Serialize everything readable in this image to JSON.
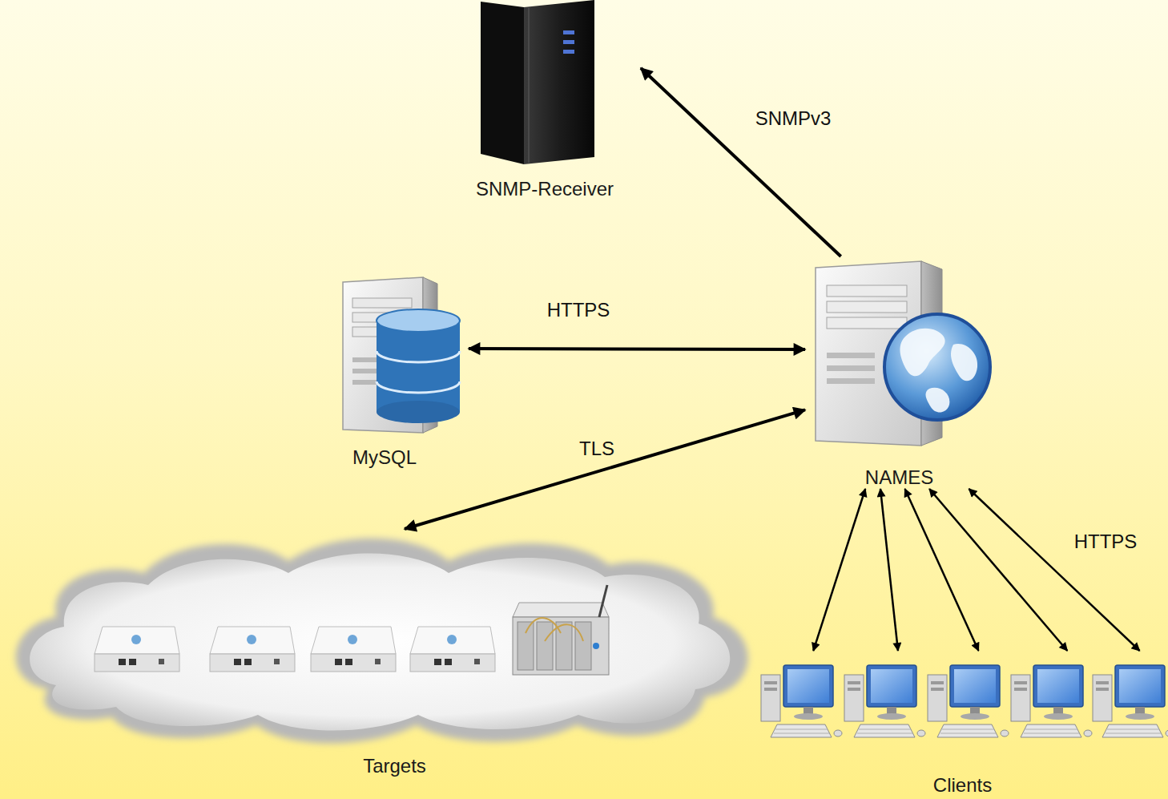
{
  "diagram": {
    "nodes": [
      {
        "text": [
          "SNMP-Receiver"
        ]
      },
      {
        "text": [
          "MySQL"
        ]
      },
      {
        "text": [
          "NAMES"
        ]
      },
      {
        "text": [
          "Targets"
        ]
      },
      {
        "text": [
          "Clients"
        ]
      }
    ],
    "edges": [
      {
        "from": 2,
        "to": 0,
        "arrow": "to",
        "label": "SNMPv3"
      },
      {
        "from": 1,
        "to": 2,
        "arrow": "both",
        "label": "HTTPS"
      },
      {
        "from": 2,
        "to": 3,
        "arrow": "both",
        "label": "TLS"
      },
      {
        "from": 4,
        "to": 2,
        "arrow": "both"
      },
      {
        "from": 4,
        "to": 2,
        "arrow": "both"
      },
      {
        "from": 4,
        "to": 2,
        "arrow": "both"
      },
      {
        "from": 4,
        "to": 2,
        "arrow": "both"
      },
      {
        "from": 4,
        "to": 2,
        "arrow": "both",
        "label": "HTTPS"
      }
    ]
  }
}
